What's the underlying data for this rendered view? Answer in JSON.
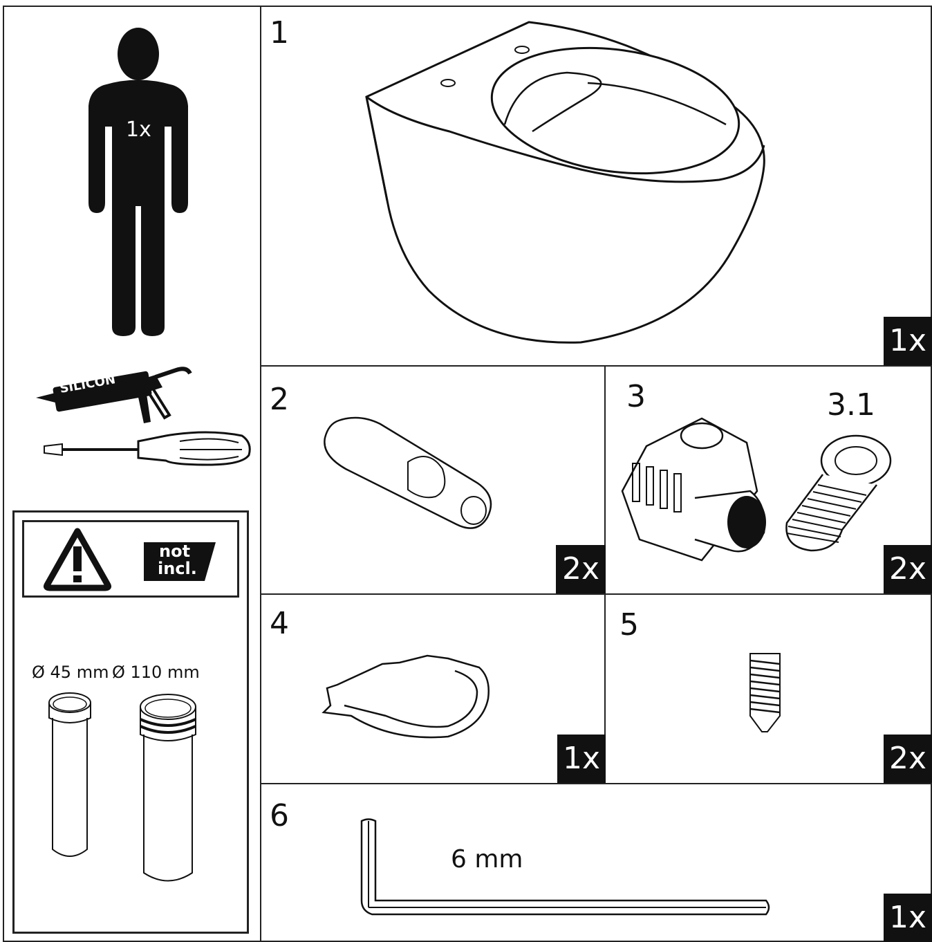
{
  "left_panel": {
    "person_count": "1x",
    "silicon_label": "SILICON",
    "not_included_line1": "not",
    "not_included_line2": "incl.",
    "pipe_small_label": "Ø 45 mm",
    "pipe_large_label": "Ø 110 mm"
  },
  "parts": [
    {
      "number": "1",
      "qty": "1x",
      "icon": "wall-hung-toilet-bowl"
    },
    {
      "number": "2",
      "qty": "2x",
      "icon": "wall-plug"
    },
    {
      "number": "3",
      "sub_number": "3.1",
      "qty": "2x",
      "icon": "fixing-bracket-and-threaded-sleeve"
    },
    {
      "number": "4",
      "qty": "1x",
      "icon": "seal-gasket"
    },
    {
      "number": "5",
      "qty": "2x",
      "icon": "grub-screw"
    },
    {
      "number": "6",
      "qty": "1x",
      "icon": "hex-key",
      "size_label": "6 mm"
    }
  ]
}
